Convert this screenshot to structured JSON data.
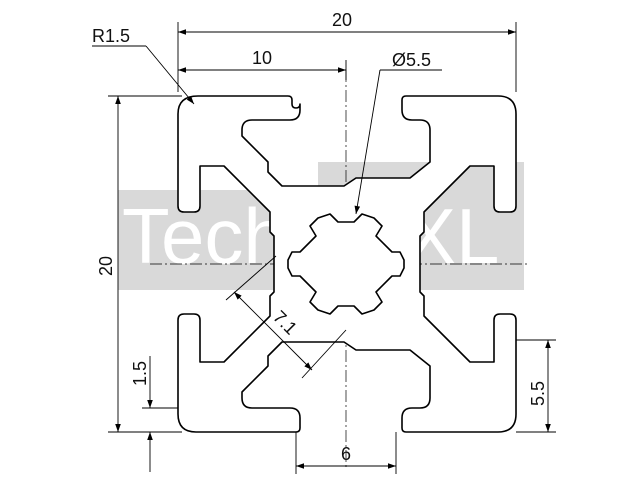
{
  "dimensions": {
    "width_top": "20",
    "half_width": "10",
    "corner_radius": "R1.5",
    "bore_diameter": "Ø5.5",
    "height_left": "20",
    "diagonal": "7.1",
    "wall": "1.5",
    "slot_depth": "5.5",
    "slot_width": "6"
  },
  "watermark": {
    "text_tech": "Tech",
    "text_xxl": "XXL"
  },
  "colors": {
    "line": "#000000",
    "watermark_bg": "#d9d9d9",
    "watermark_text": "#ffffff"
  }
}
